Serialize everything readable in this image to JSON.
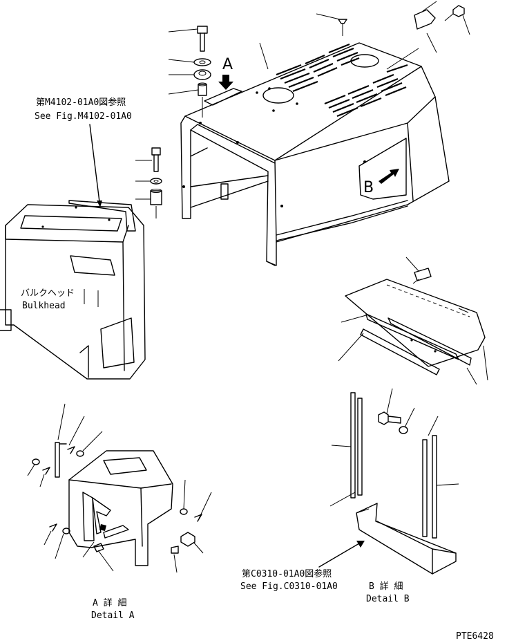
{
  "labels": {
    "ref_m4102_jp": "第M4102-01A0図参照",
    "ref_m4102_en": "See Fig.M4102-01A0",
    "bulkhead_jp": "バルクヘッド",
    "bulkhead_en": "Bulkhead",
    "arrow_a": "A",
    "arrow_b": "B",
    "ref_c0310_jp": "第C0310-01A0図参照",
    "ref_c0310_en": "See Fig.C0310-01A0",
    "detail_a_jp": "A 詳 細",
    "detail_a_en": "Detail A",
    "detail_b_jp": "B 詳 細",
    "detail_b_en": "Detail B",
    "drawing_no": "PTE6428"
  }
}
